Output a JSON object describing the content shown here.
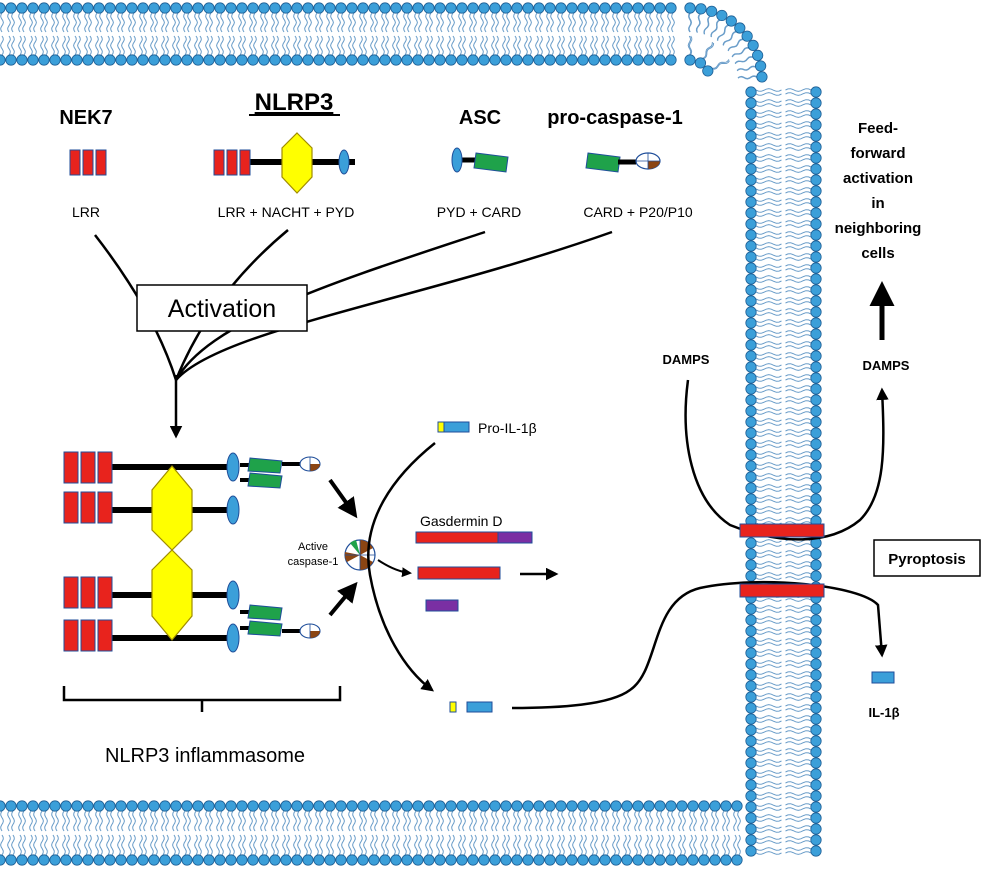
{
  "components": {
    "nek7": {
      "name": "NEK7",
      "domains": "LRR"
    },
    "nlrp3": {
      "name": "NLRP3",
      "domains": "LRR + NACHT + PYD"
    },
    "asc": {
      "name": "ASC",
      "domains": "PYD + CARD"
    },
    "procaspase": {
      "name": "pro-caspase-1",
      "domains": "CARD + P20/P10"
    }
  },
  "activation_label": "Activation",
  "inflammasome_label": "NLRP3 inflammasome",
  "caspase_label": {
    "line1": "Active",
    "line2": "caspase-1"
  },
  "pro_il1b_label": "Pro-IL-1β",
  "gasdermin_label": "Gasdermin D",
  "il1b_label": "IL-1β",
  "damps_inside_label": "DAMPS",
  "damps_outside_label": "DAMPS",
  "pyroptosis_label": "Pyroptosis",
  "feedforward_lines": [
    "Feed-",
    "forward",
    "activation",
    "in",
    "neighboring",
    "cells"
  ],
  "colors": {
    "lrr_red": "#e8231d",
    "nacht_yellow": "#ffff00",
    "pyd_blue": "#3b9fd9",
    "card_green": "#1fa24a",
    "gasdermin_purple": "#7a2fa3",
    "membrane_blue": "#3b9fd9",
    "pore_red": "#e8231d"
  }
}
